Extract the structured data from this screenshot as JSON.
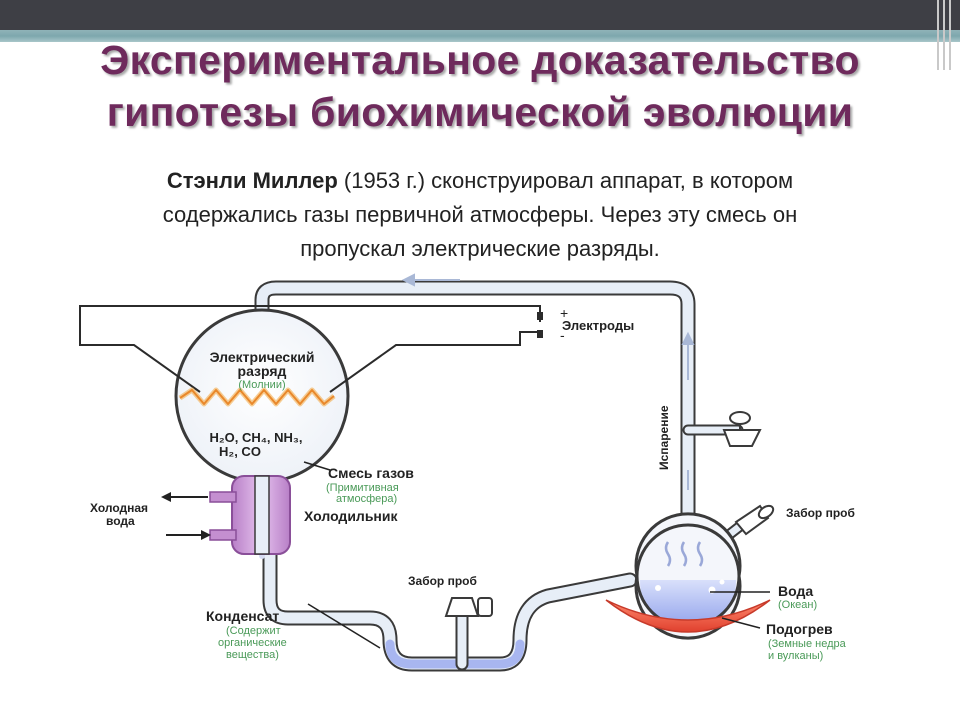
{
  "slide": {
    "title_line1": "Экспериментальное доказательство",
    "title_line2": "гипотезы биохимической эволюции",
    "description": {
      "scientist": "Стэнли Миллер",
      "line1_rest": " (1953 г.) сконструировал аппарат, в котором",
      "line2": "содержались газы первичной атмосферы. Через эту смесь он",
      "line3": "пропускал электрические разряды."
    }
  },
  "diagram": {
    "electrodes": {
      "label": "Электроды",
      "plus": "+",
      "minus": "-"
    },
    "discharge": {
      "label1": "Электрический",
      "label2": "разряд",
      "note": "(Молнии)"
    },
    "formula": {
      "line1": "H₂O, CH₄, NH₃,",
      "line2": "H₂, CO"
    },
    "gas_mix": {
      "label": "Смесь газов",
      "note1": "(Примитивная",
      "note2": "атмосфера)"
    },
    "cold_water": {
      "line1": "Холодная",
      "line2": "вода"
    },
    "condenser": {
      "label": "Холодильник"
    },
    "evaporation": {
      "label": "Испарение"
    },
    "sampling_top": {
      "label": "Забор проб"
    },
    "sampling_bottom": {
      "label": "Забор проб"
    },
    "water": {
      "label": "Вода",
      "note": "(Океан)"
    },
    "heating": {
      "label": "Подогрев",
      "note1": "(Земные недра",
      "note2": "и вулканы)"
    },
    "condensate": {
      "label": "Конденсат",
      "note1": "(Содержит",
      "note2": "органические",
      "note3": "вещества)"
    }
  },
  "colors": {
    "title": "#6e2a5c",
    "tube_fill": "#e7eef7",
    "flow_arrows": "#a9b8d6",
    "condenser": "#c48fd0",
    "spark": "#f2a63c",
    "water": "#a8b6f0",
    "heater": "#f25a4a",
    "note_green": "#4a9a58"
  }
}
